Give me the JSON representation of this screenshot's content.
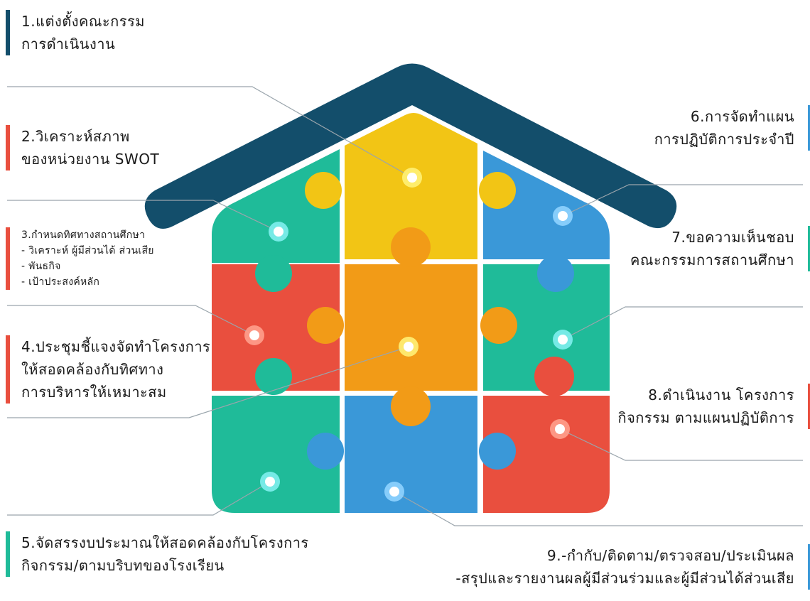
{
  "colors": {
    "roof": "#134e6b",
    "yellow": "#f2c515",
    "orange": "#f29b17",
    "teal": "#1fbb99",
    "blue": "#3a98d8",
    "red": "#e94f3e",
    "line": "#9aa5ac"
  },
  "steps": [
    {
      "id": "s1",
      "lines": [
        "1.แต่งตั้งคณะกรรม",
        "การดำเนินงาน"
      ]
    },
    {
      "id": "s2",
      "lines": [
        "2.วิเคราะห์สภาพ",
        "ของหน่วยงาน  SWOT"
      ]
    },
    {
      "id": "s3",
      "lines": [
        "3.กำหนดทิศทางสถานศึกษา",
        "- วิเคราะห์ ผู้มีส่วนได้ ส่วนเสีย",
        "- พันธกิจ",
        "- เป้าประสงค์หลัก"
      ]
    },
    {
      "id": "s4",
      "lines": [
        "4.ประชุมชี้แจงจัดทำโครงการ",
        "ให้สอดคล้องกับทิศทาง",
        "การบริหารให้เหมาะสม"
      ]
    },
    {
      "id": "s5",
      "lines": [
        "5.จัดสรรงบประมาณให้สอดคล้องกับโครงการ",
        "กิจกรรม/ตามบริบทของโรงเรียน"
      ]
    },
    {
      "id": "s6",
      "lines": [
        "6.การจัดทำแผน",
        "การปฏิบัติการประจำปี"
      ]
    },
    {
      "id": "s7",
      "lines": [
        "7.ขอความเห็นชอบ",
        "คณะกรรมการสถานศึกษา"
      ]
    },
    {
      "id": "s8",
      "lines": [
        "8.ดำเนินงาน โครงการ",
        "กิจกรรม ตามแผนปฏิบัติการ"
      ]
    },
    {
      "id": "s9",
      "lines": [
        "9.-กำกับ/ติดตาม/ตรวจสอบ/ประเมินผล",
        "-สรุปและรายงานผลผู้มีส่วนร่วมและผู้มีส่วนได้ส่วนเสีย"
      ]
    }
  ]
}
